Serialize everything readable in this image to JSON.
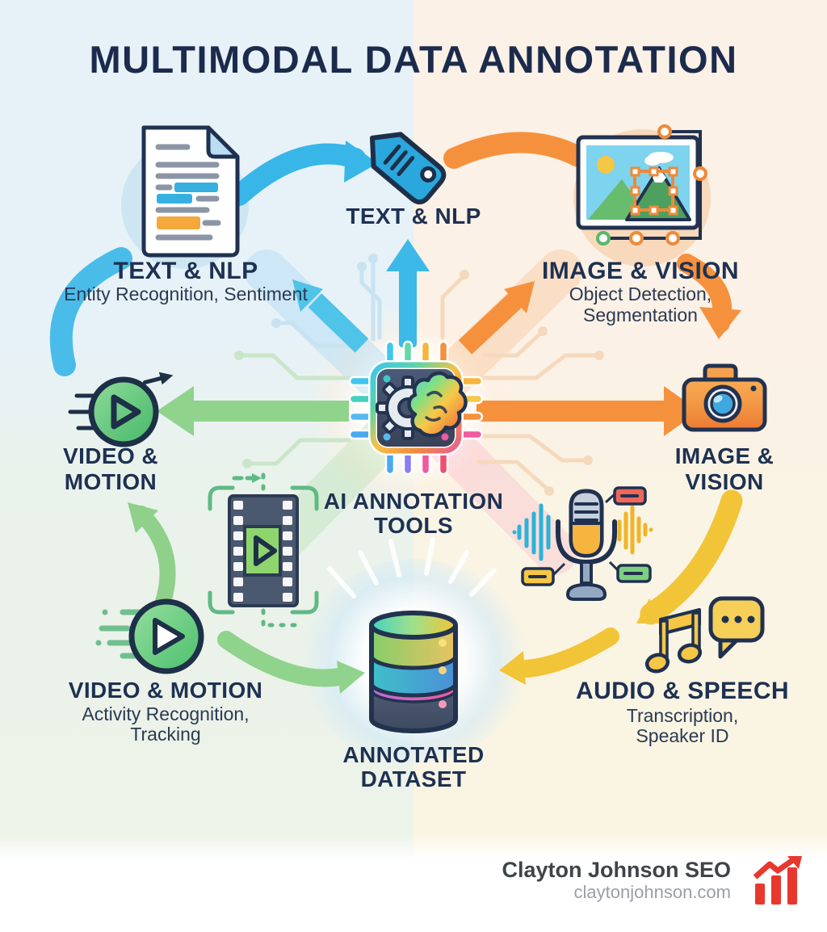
{
  "title": "MULTIMODAL DATA ANNOTATION",
  "nodes": {
    "doc": {
      "label": "TEXT & NLP",
      "subtitle": "Entity Recognition, Sentiment"
    },
    "tag": {
      "label": "TEXT & NLP"
    },
    "image_top": {
      "label": "IMAGE & VISION",
      "subtitle_line1": "Object Detection,",
      "subtitle_line2": "Segmentation"
    },
    "center": {
      "label_line1": "AI ANNOTATION",
      "label_line2": "TOOLS"
    },
    "video_left": {
      "label_line1": "VIDEO &",
      "label_line2": "MOTION"
    },
    "camera": {
      "label_line1": "IMAGE &",
      "label_line2": "VISION"
    },
    "video_bottom": {
      "label": "VIDEO & MOTION",
      "subtitle_line1": "Activity Recognition,",
      "subtitle_line2": "Tracking"
    },
    "audio": {
      "label": "AUDIO & SPEECH",
      "subtitle_line1": "Transcription,",
      "subtitle_line2": "Speaker ID"
    },
    "dataset": {
      "label_line1": "ANNOTATED",
      "label_line2": "DATASET"
    }
  },
  "footer": {
    "brand": "Clayton Johnson SEO",
    "website": "claytonjohnson.com"
  },
  "icons": [
    "document-icon",
    "tag-icon",
    "image-frame-icon",
    "ai-chip-icon",
    "play-fast-icon",
    "camera-icon",
    "film-strip-icon",
    "microphone-icon",
    "database-icon",
    "music-note-icon",
    "speech-bubble-icon",
    "growth-chart-icon"
  ],
  "colors": {
    "text": "#1e3152",
    "blue": "#38b6e8",
    "orange": "#f5913d",
    "green": "#90d38c",
    "yellow": "#f2c437"
  }
}
